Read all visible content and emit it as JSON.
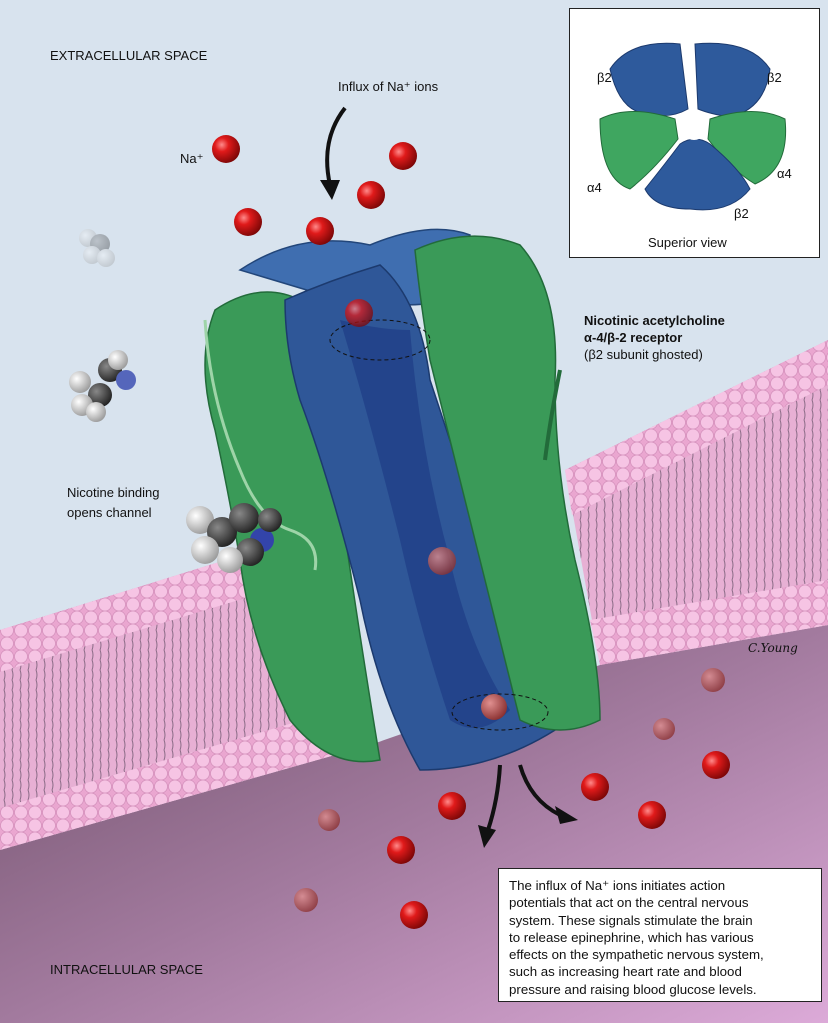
{
  "labels": {
    "extracellular": "EXTRACELLULAR SPACE",
    "intracellular": "INTRACELLULAR SPACE",
    "influx": "Influx of Na⁺ ions",
    "na": "Na⁺",
    "nicotine_line1": "Nicotine binding",
    "nicotine_line2": "opens channel",
    "receptor_line1": "Nicotinic acetylcholine",
    "receptor_line2": "α-4/β-2 receptor",
    "receptor_line3": "(β2 subunit ghosted)",
    "signature": "C.Young"
  },
  "inset": {
    "subunits": [
      "β2",
      "β2",
      "α4",
      "α4",
      "β2"
    ],
    "caption": "Superior view"
  },
  "note": {
    "lines": [
      "The influx of Na⁺ ions initiates action",
      "potentials that act on the central nervous",
      "system. These signals stimulate the brain",
      "to release epinephrine, which has various",
      "effects on the sympathetic nervous system,",
      "such as increasing heart rate and blood",
      "pressure and raising blood glucose levels."
    ]
  },
  "colors": {
    "extracellular": "#d8e3ee",
    "membrane": "#f2b8dc",
    "alpha_subunit": "#3a9a58",
    "beta_subunit": "#2e5a9c",
    "ion": "#d01818"
  }
}
